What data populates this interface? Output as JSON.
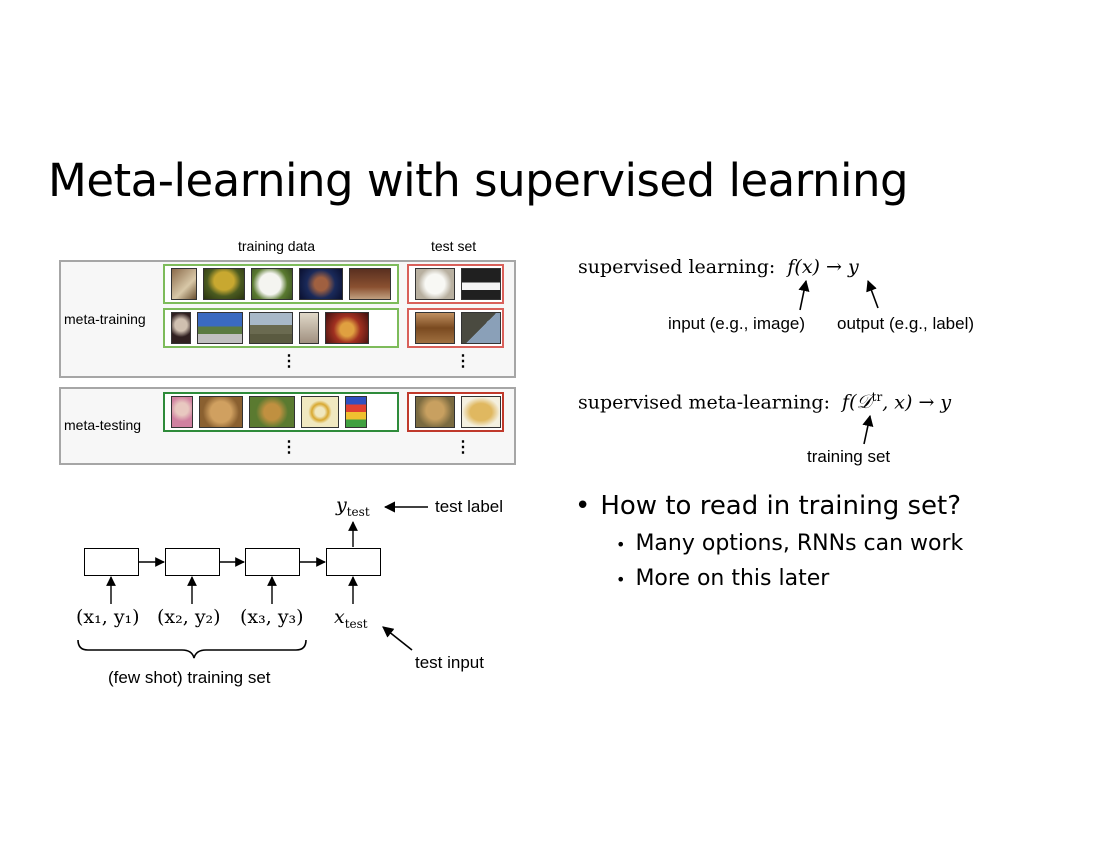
{
  "slide": {
    "title": "Meta-learning with supervised learning"
  },
  "grid": {
    "col_training_data": "training data",
    "col_test_set": "test set",
    "row_meta_training": "meta-training",
    "row_meta_testing": "meta-testing",
    "ellipsis": "⋮"
  },
  "formulas": {
    "supervised_prefix": "supervised learning:",
    "supervised_expr": "f(x) → y",
    "input_note": "input (e.g., image)",
    "output_note": "output (e.g., label)",
    "meta_prefix": "supervised meta-learning:",
    "meta_expr_f": "f(𝒟",
    "meta_expr_sup": "tr",
    "meta_expr_rest": ", x) → y",
    "training_set_note": "training set"
  },
  "rnn": {
    "inputs": [
      "(x₁, y₁)",
      "(x₂, y₂)",
      "(x₃, y₃)"
    ],
    "x_test": "x",
    "x_test_sub": "test",
    "y_test": "y",
    "y_test_sub": "test",
    "test_label": "test label",
    "test_input": "test input",
    "few_shot": "(few shot) training set"
  },
  "bullets": {
    "main": "How to read in training set?",
    "sub": [
      "Many options, RNNs can work",
      "More on this later"
    ]
  },
  "colors": {
    "green": "#7dbb5a",
    "green_dark": "#2e8b3a",
    "red": "#d9605a",
    "panel_border": "#a6a6a6"
  }
}
